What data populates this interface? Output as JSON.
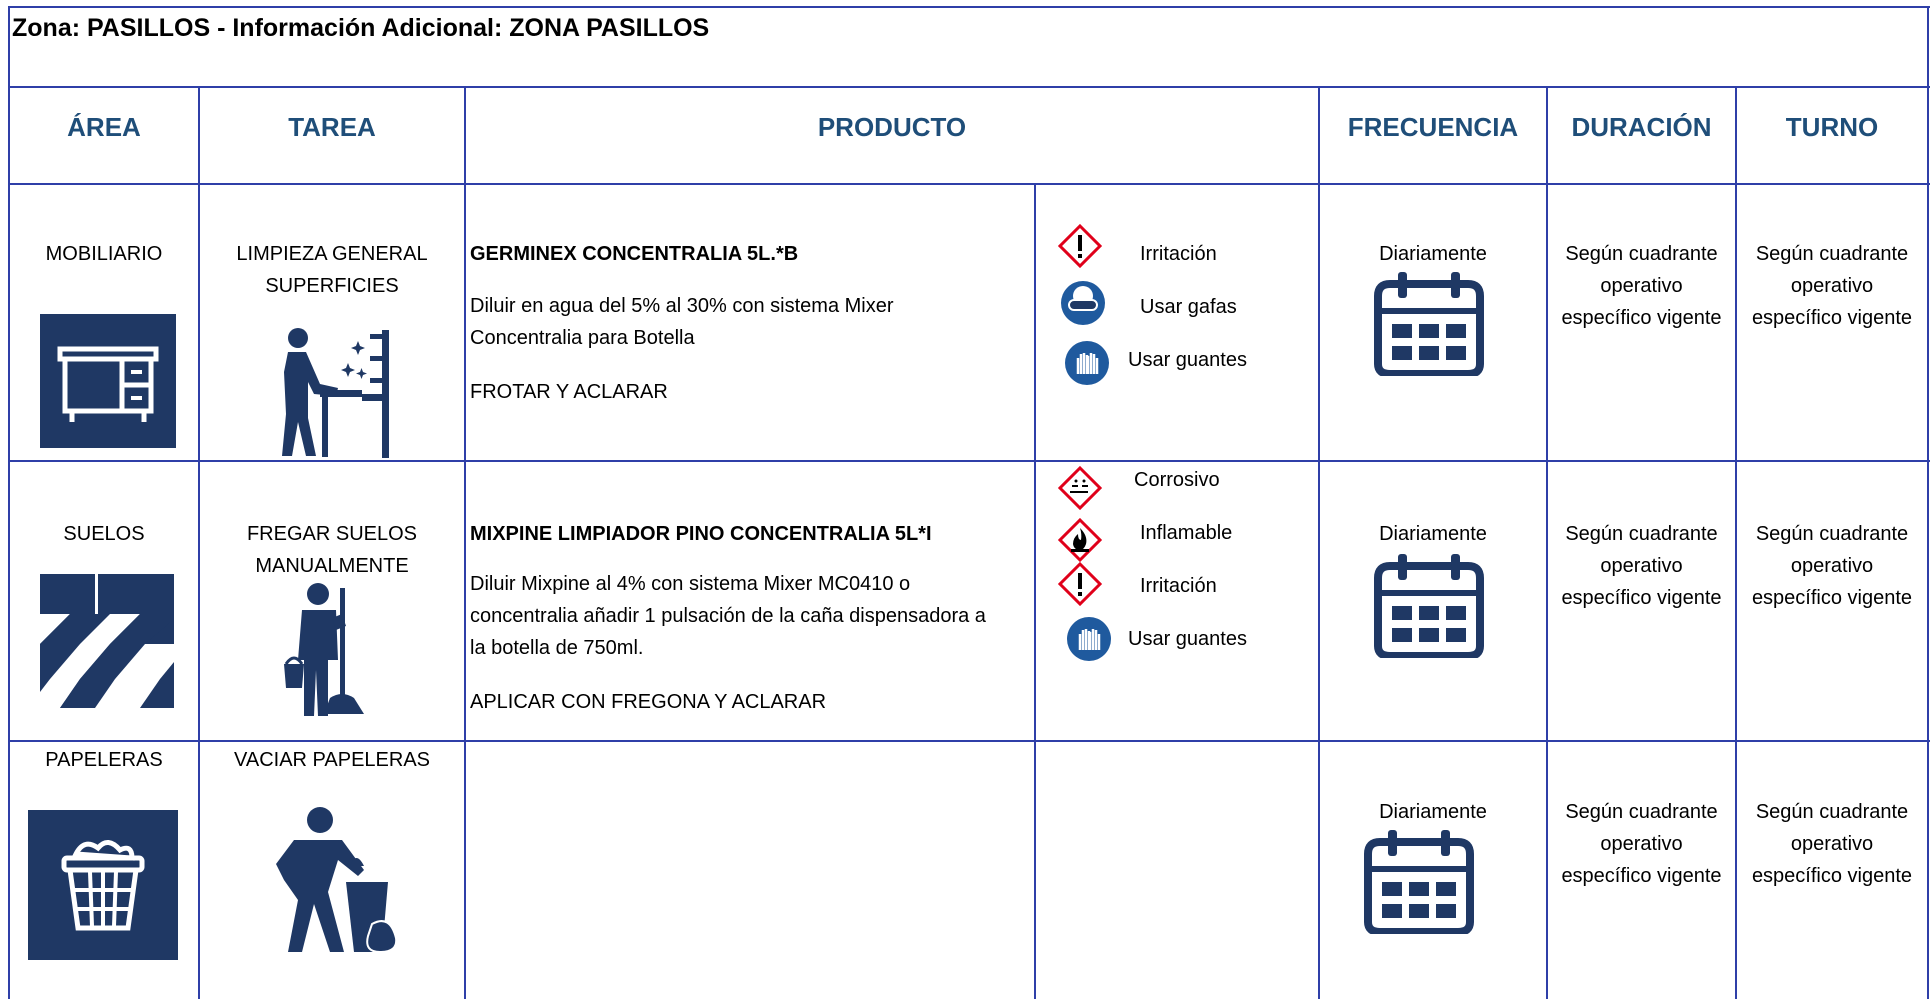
{
  "title": "Zona: PASILLOS - Información Adicional: ZONA PASILLOS",
  "headers": {
    "area": "ÁREA",
    "tarea": "TAREA",
    "producto": "PRODUCTO",
    "frecuencia": "FRECUENCIA",
    "duracion": "DURACIÓN",
    "turno": "TURNO"
  },
  "colors": {
    "border": "#2f3fa8",
    "header_text": "#1f4e79",
    "icon_fill": "#1f3864",
    "hazard_red": "#e0001a"
  },
  "rows": [
    {
      "area": "MOBILIARIO",
      "area_icon": "desk-icon",
      "tarea_line1": "LIMPIEZA GENERAL",
      "tarea_line2": "SUPERFICIES",
      "tarea_icon": "cleaning-person-icon",
      "product_name": "GERMINEX CONCENTRALIA 5L.*B",
      "product_line1": "Diluir en agua del 5% al 30% con sistema Mixer",
      "product_line2": "Concentralia  para Botella",
      "product_line3": "FROTAR Y ACLARAR",
      "hazards": [
        {
          "label": "Irritación",
          "icon": "exclamation-hazard-icon"
        },
        {
          "label": "Usar gafas",
          "icon": "goggles-icon"
        },
        {
          "label": "Usar guantes",
          "icon": "gloves-icon"
        }
      ],
      "frecuencia": "Diariamente",
      "duracion_l1": "Según cuadrante",
      "duracion_l2": "operativo",
      "duracion_l3": "específico  vigente",
      "turno_l1": "Según cuadrante",
      "turno_l2": "operativo",
      "turno_l3": "específico vigente"
    },
    {
      "area": "SUELOS",
      "area_icon": "checkered-floor-icon",
      "tarea_line1": "FREGAR SUELOS",
      "tarea_line2": "MANUALMENTE",
      "tarea_icon": "mopping-person-icon",
      "product_name": "MIXPINE LIMPIADOR PINO CONCENTRALIA 5L*I",
      "product_line1": "Diluir Mixpine al 4% con sistema Mixer MC0410 o",
      "product_line2": "concentralia  añadir 1 pulsación de la caña dispensadora a",
      "product_line3": "la botella de 750ml.",
      "product_line4": "APLICAR CON FREGONA Y ACLARAR",
      "hazards": [
        {
          "label": "Corrosivo",
          "icon": "corrosive-hazard-icon"
        },
        {
          "label": "Inflamable",
          "icon": "flame-hazard-icon"
        },
        {
          "label": "Irritación",
          "icon": "exclamation-hazard-icon"
        },
        {
          "label": "Usar guantes",
          "icon": "gloves-icon"
        }
      ],
      "frecuencia": "Diariamente",
      "duracion_l1": "Según cuadrante",
      "duracion_l2": "operativo",
      "duracion_l3": "específico  vigente",
      "turno_l1": "Según cuadrante",
      "turno_l2": "operativo",
      "turno_l3": "específico vigente"
    },
    {
      "area": "PAPELERAS",
      "area_icon": "wastebasket-icon",
      "tarea_line1": "VACIAR PAPELERAS",
      "tarea_icon": "emptying-bin-person-icon",
      "frecuencia": "Diariamente",
      "duracion_l1": "Según cuadrante",
      "duracion_l2": "operativo",
      "duracion_l3": "específico  vigente",
      "turno_l1": "Según cuadrante",
      "turno_l2": "operativo",
      "turno_l3": "específico vigente"
    }
  ]
}
